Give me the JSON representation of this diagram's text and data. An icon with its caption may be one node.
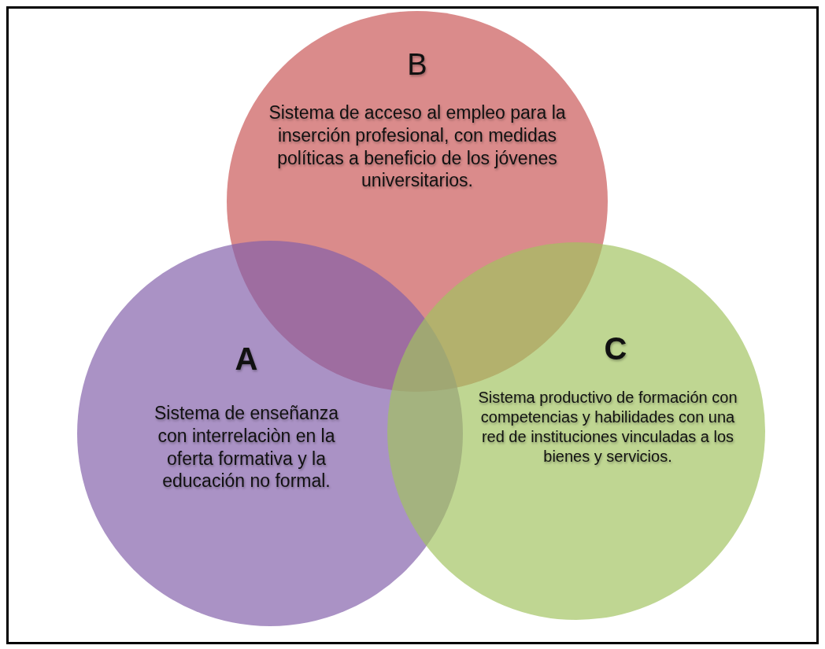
{
  "diagram": {
    "nodes": [
      {
        "text": [
          "B",
          "Sistema de acceso al empleo para la inserción profesional, con medidas políticas a beneficio de los jóvenes universitarios."
        ]
      },
      {
        "text": [
          "A",
          "Sistema de enseñanza con interrelaciòn en la oferta formativa y la educación no formal."
        ]
      },
      {
        "text": [
          "C",
          "Sistema productivo de formación con competencias y habilidades con una red de instituciones vinculadas a los bienes y servicios."
        ]
      }
    ],
    "edges": []
  }
}
